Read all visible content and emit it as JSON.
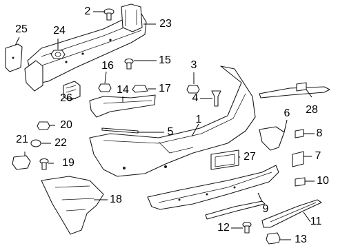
{
  "diagram": {
    "type": "exploded-parts-diagram",
    "callouts": [
      {
        "id": "1",
        "label": "1"
      },
      {
        "id": "2",
        "label": "2"
      },
      {
        "id": "3",
        "label": "3"
      },
      {
        "id": "4",
        "label": "4"
      },
      {
        "id": "5",
        "label": "5"
      },
      {
        "id": "6",
        "label": "6"
      },
      {
        "id": "7",
        "label": "7"
      },
      {
        "id": "8",
        "label": "8"
      },
      {
        "id": "9",
        "label": "9"
      },
      {
        "id": "10",
        "label": "10"
      },
      {
        "id": "11",
        "label": "11"
      },
      {
        "id": "12",
        "label": "12"
      },
      {
        "id": "13",
        "label": "13"
      },
      {
        "id": "14",
        "label": "14"
      },
      {
        "id": "15",
        "label": "15"
      },
      {
        "id": "16",
        "label": "16"
      },
      {
        "id": "17",
        "label": "17"
      },
      {
        "id": "18",
        "label": "18"
      },
      {
        "id": "19",
        "label": "19"
      },
      {
        "id": "20",
        "label": "20"
      },
      {
        "id": "21",
        "label": "21"
      },
      {
        "id": "22",
        "label": "22"
      },
      {
        "id": "23",
        "label": "23"
      },
      {
        "id": "24",
        "label": "24"
      },
      {
        "id": "25",
        "label": "25"
      },
      {
        "id": "26",
        "label": "26"
      },
      {
        "id": "27",
        "label": "27"
      },
      {
        "id": "28",
        "label": "28"
      }
    ],
    "colors": {
      "line": "#1a1a1a",
      "background": "#ffffff"
    }
  }
}
